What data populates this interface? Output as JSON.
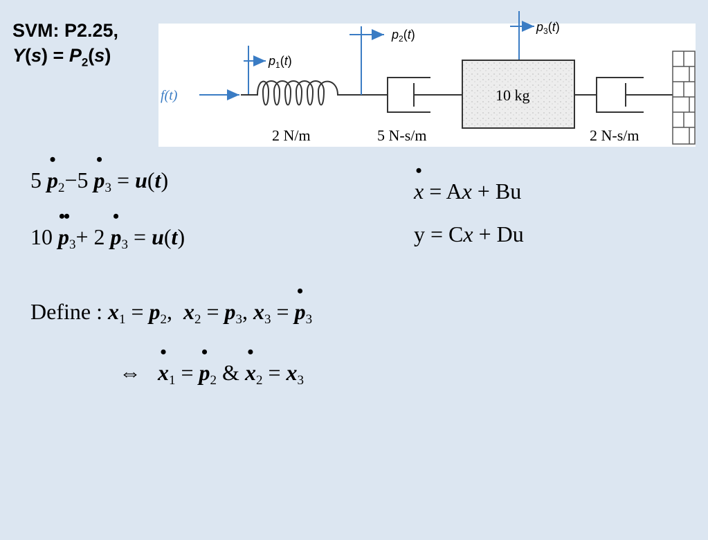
{
  "title": {
    "line1": "SVM: P2.25,",
    "y_of_s": "Y(s) = P2(s)"
  },
  "figure": {
    "force_label": "f(t)",
    "p1_label": "p1(t)",
    "p2_label": "p2(t)",
    "p3_label": "p3(t)",
    "spring_label": "2 N/m",
    "damper1_label": "5 N-s/m",
    "mass_label": "10 kg",
    "damper2_label": "2 N-s/m",
    "colors": {
      "arrow": "#3a7cc4",
      "background": "#ffffff",
      "mass_fill": "#eeeeee"
    }
  },
  "equations": {
    "eq1": "5 p2' − 5 p3' = u(t)",
    "eq2": "10 p3'' + 2 p3' = u(t)",
    "state_eq": "x' = Ax + Bu",
    "output_eq": "y = Cx + Du",
    "define": "Define: x1 = p2, x2 = p3, x3 = p3'",
    "implies": "⇔ x1' = p2' & x2' = x3"
  }
}
